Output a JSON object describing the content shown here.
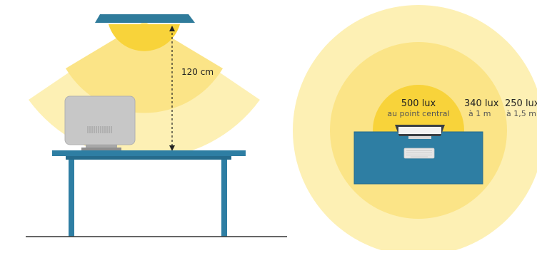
{
  "side_view": {
    "height_label": "120 cm"
  },
  "top_view": {
    "zones": [
      {
        "lux": "500 lux",
        "where": "au point central"
      },
      {
        "lux": "340 lux",
        "where": "à 1 m"
      },
      {
        "lux": "250 lux",
        "where": "à 1,5 m"
      }
    ]
  },
  "colors": {
    "table": "#2e7ea3",
    "lamp": "#2f7b9b",
    "light_outer": "#fdf0b4",
    "light_mid": "#fbe487",
    "light_inner": "#f8d33a",
    "monitor": "#c7c7c7",
    "ground": "#333333"
  }
}
